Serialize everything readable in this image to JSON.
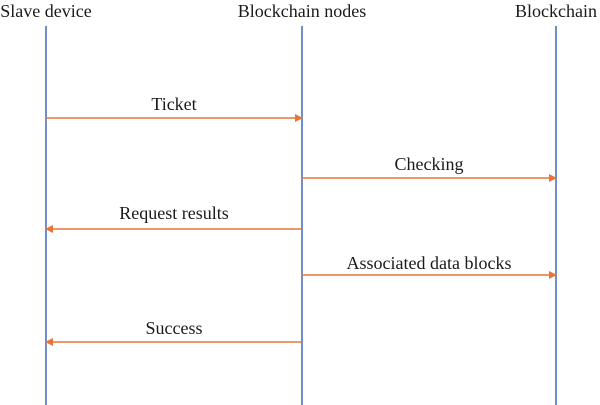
{
  "actors": [
    {
      "id": "slave",
      "label": "Slave device"
    },
    {
      "id": "nodes",
      "label": "Blockchain nodes"
    },
    {
      "id": "chain",
      "label": "Blockchain"
    }
  ],
  "messages": [
    {
      "id": "ticket",
      "label": "Ticket",
      "from": "slave",
      "to": "nodes"
    },
    {
      "id": "checking",
      "label": "Checking",
      "from": "nodes",
      "to": "chain"
    },
    {
      "id": "request-results",
      "label": "Request results",
      "from": "nodes",
      "to": "slave"
    },
    {
      "id": "associated-data-blocks",
      "label": "Associated data blocks",
      "from": "nodes",
      "to": "chain"
    },
    {
      "id": "success",
      "label": "Success",
      "from": "nodes",
      "to": "slave"
    }
  ],
  "colors": {
    "lifeline": "#4a74b8",
    "arrow": "#e8743b",
    "text": "#1a1a1a"
  }
}
